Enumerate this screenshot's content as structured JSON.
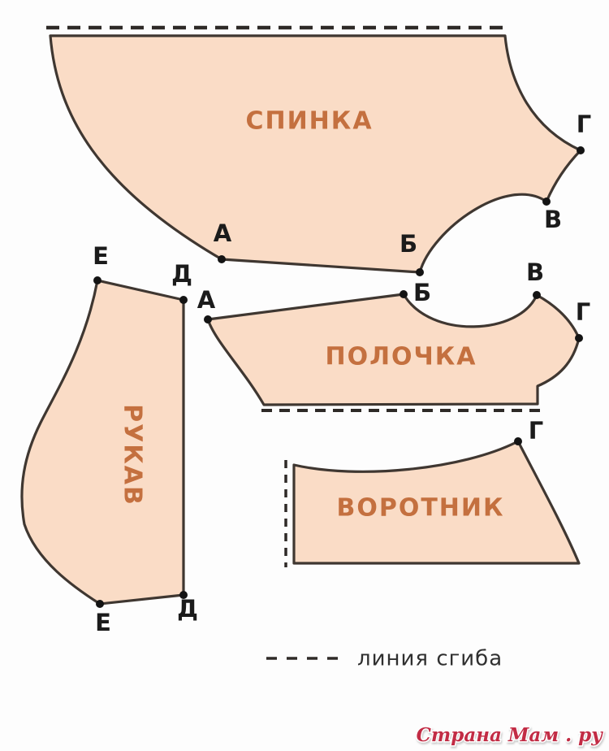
{
  "colors": {
    "piece_fill": "#fadcc6",
    "piece_outline": "#3f3731",
    "piece_label_text": "#c4703f",
    "point_label_text": "#1b1b1b",
    "fold_line": "#2e2a27",
    "watermark_red": "#c22c45"
  },
  "pieces": {
    "back": {
      "label": "СПИНКА",
      "point_a": "А",
      "point_b": "Б",
      "point_v": "В",
      "point_g": "Г"
    },
    "front": {
      "label": "ПОЛОЧКА",
      "point_a": "А",
      "point_b": "Б",
      "point_v": "В",
      "point_g": "Г"
    },
    "sleeve": {
      "label": "РУКАВ",
      "point_e_top": "Е",
      "point_d_top": "Д",
      "point_d_bottom": "Д",
      "point_e_bottom": "Е"
    },
    "collar": {
      "label": "ВОРОТНИК",
      "point_g": "Г"
    }
  },
  "legend": {
    "fold_line_label": "линия сгиба"
  },
  "watermark": {
    "text": "Страна Мам . ру"
  }
}
